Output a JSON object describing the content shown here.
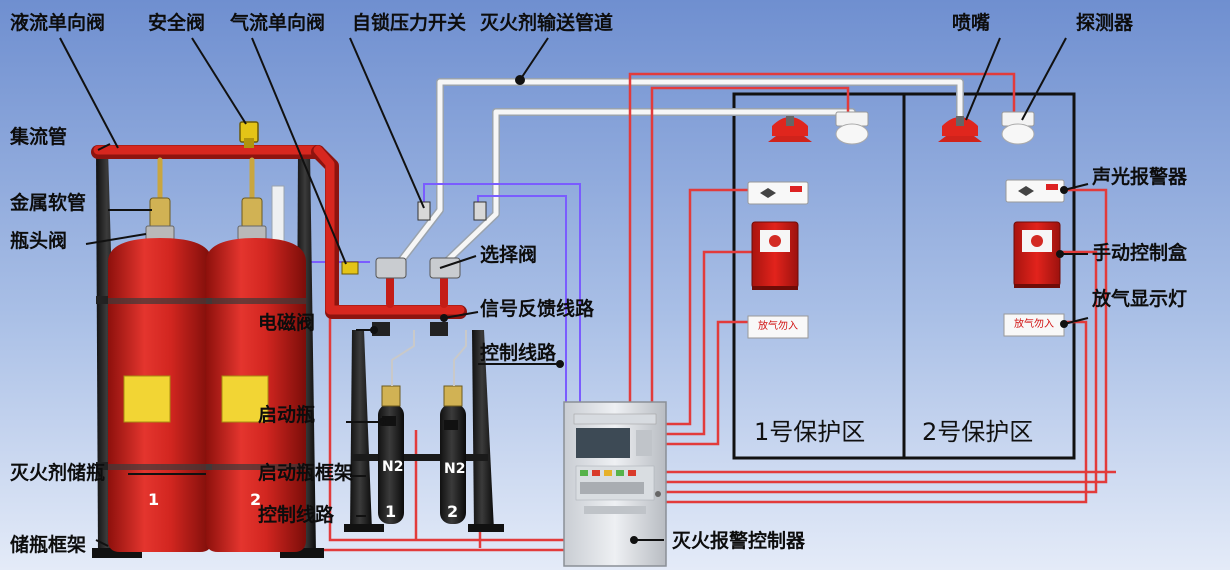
{
  "labels": {
    "liquid_check_valve": "液流单向阀",
    "safety_valve": "安全阀",
    "gas_check_valve": "气流单向阀",
    "pressure_switch": "自锁压力开关",
    "agent_pipeline": "灭火剂输送管道",
    "nozzle": "喷嘴",
    "detector": "探测器",
    "manifold": "集流管",
    "metal_hose": "金属软管",
    "cylinder_valve": "瓶头阀",
    "selector_valve": "选择阀",
    "feedback_line": "信号反馈线路",
    "solenoid_valve": "电磁阀",
    "control_line": "控制线路",
    "start_cylinder": "启动瓶",
    "start_cylinder_rack": "启动瓶框架",
    "agent_cylinder": "灭火剂储瓶",
    "control_line_2": "控制线路",
    "cylinder_rack": "储瓶框架",
    "alarm_controller": "灭火报警控制器",
    "sound_light_alarm": "声光报警器",
    "manual_control_box": "手动控制盒",
    "discharge_light": "放气显示灯"
  },
  "zones": {
    "zone1": "1号保护区",
    "zone2": "2号保护区"
  },
  "cylinder_numbers": {
    "storage_1": "1",
    "storage_2": "2",
    "start_1": "1",
    "start_2": "2",
    "start_gas": "N2"
  },
  "discharge_sign": "放气勿入",
  "colors": {
    "background_top": "#6f8fd0",
    "background_bottom": "#dfe8f7",
    "pipe_red": "#c8201a",
    "pipe_white": "#f4f4f4",
    "control_wire": "#e83a3a",
    "feedback_wire": "#7a5cff",
    "zone_border": "#111111",
    "cylinder_red": "#d9241f"
  }
}
